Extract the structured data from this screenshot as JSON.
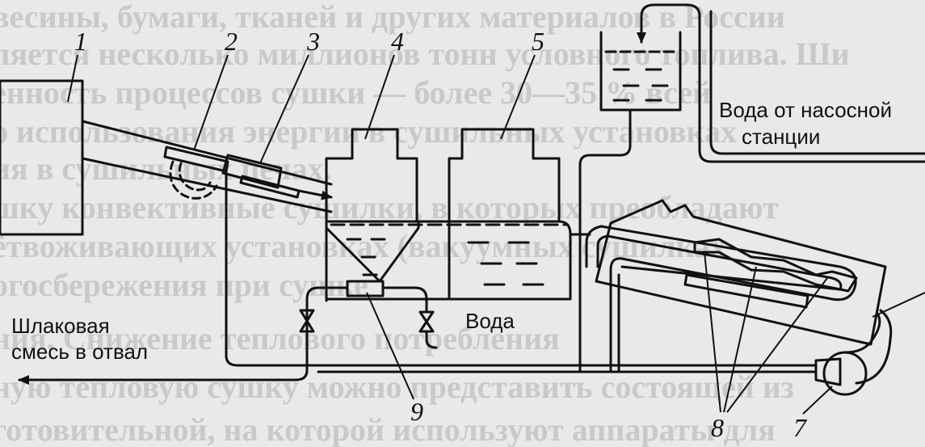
{
  "labels": {
    "water_from_station_1": "Вода от насосной",
    "water_from_station_2": "станции",
    "slag_1": "Шлаковая",
    "slag_2": "смесь в отвал",
    "water": "Вода"
  },
  "numbers": {
    "n1": "1",
    "n2": "2",
    "n3": "3",
    "n4": "4",
    "n5": "5",
    "n7": "7",
    "n8": "8",
    "n9": "9"
  },
  "background_text": [
    "весины, бумаги, тканей и других материалов в России",
    "ляется несколько миллионов тонн условного топлива. Ши",
    "енность процессов сушки — более 30—35 % всей",
    "о использования энергии в сушильных установках",
    "ия в сушильных печах.",
    "шку конвективные сушилки, в которых преобладают",
    "ётвоживающих установках (вакуумных сушилках",
    "огосбережения при сушке",
    "ния. Снижение теплового потребления",
    "ную тепловую сушку можно представить состоящей из",
    "готовительной, на которой используют аппараты для"
  ]
}
